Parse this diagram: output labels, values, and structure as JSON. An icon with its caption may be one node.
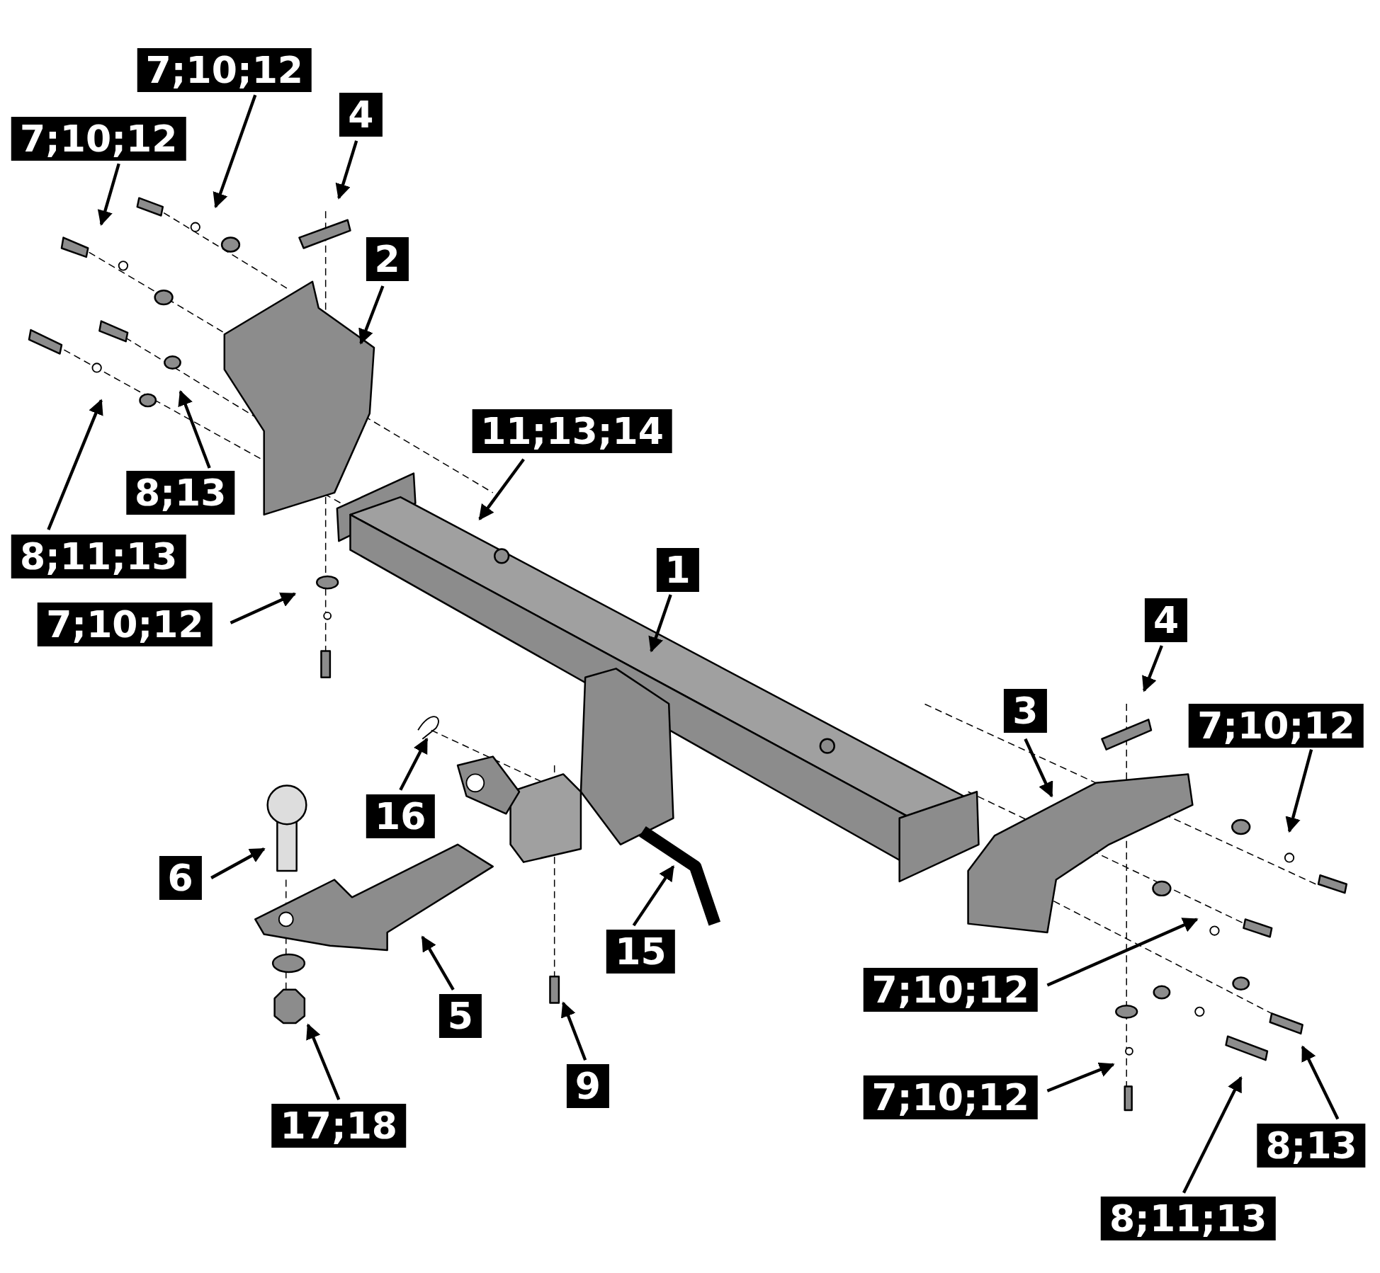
{
  "diagram": {
    "nodes": [
      {
        "text": [
          "7;10;12"
        ]
      },
      {
        "text": [
          "4"
        ]
      },
      {
        "text": [
          "7;10;12"
        ]
      },
      {
        "text": [
          "2"
        ]
      },
      {
        "text": [
          "11;13;14"
        ]
      },
      {
        "text": [
          "8;13"
        ]
      },
      {
        "text": [
          "8;11;13"
        ]
      },
      {
        "text": [
          "1"
        ]
      },
      {
        "text": [
          "7;10;12"
        ]
      },
      {
        "text": [
          "4"
        ]
      },
      {
        "text": [
          "3"
        ]
      },
      {
        "text": [
          "7;10;12"
        ]
      },
      {
        "text": [
          "16"
        ]
      },
      {
        "text": [
          "6"
        ]
      },
      {
        "text": [
          "15"
        ]
      },
      {
        "text": [
          "7;10;12"
        ]
      },
      {
        "text": [
          "5"
        ]
      },
      {
        "text": [
          "9"
        ]
      },
      {
        "text": [
          "7;10;12"
        ]
      },
      {
        "text": [
          "17;18"
        ]
      },
      {
        "text": [
          "8;13"
        ]
      },
      {
        "text": [
          "8;11;13"
        ]
      }
    ],
    "edges": [
      {
        "from": 0,
        "to": null,
        "arrow": "to"
      },
      {
        "from": 1,
        "to": null,
        "arrow": "to"
      },
      {
        "from": 2,
        "to": null,
        "arrow": "to"
      },
      {
        "from": 3,
        "to": null,
        "arrow": "to"
      },
      {
        "from": 4,
        "to": null,
        "arrow": "to"
      },
      {
        "from": 5,
        "to": null,
        "arrow": "to"
      },
      {
        "from": 6,
        "to": null,
        "arrow": "to"
      },
      {
        "from": 7,
        "to": null,
        "arrow": "to"
      },
      {
        "from": 8,
        "to": null,
        "arrow": "to"
      },
      {
        "from": 9,
        "to": null,
        "arrow": "to"
      },
      {
        "from": 10,
        "to": null,
        "arrow": "to"
      },
      {
        "from": 11,
        "to": null,
        "arrow": "to"
      },
      {
        "from": 12,
        "to": null,
        "arrow": "to"
      },
      {
        "from": 13,
        "to": null,
        "arrow": "to"
      },
      {
        "from": 14,
        "to": null,
        "arrow": "to"
      },
      {
        "from": 15,
        "to": null,
        "arrow": "to"
      },
      {
        "from": 16,
        "to": null,
        "arrow": "to"
      },
      {
        "from": 17,
        "to": null,
        "arrow": "to"
      },
      {
        "from": 18,
        "to": null,
        "arrow": "to"
      },
      {
        "from": 19,
        "to": null,
        "arrow": "to"
      },
      {
        "from": 20,
        "to": null,
        "arrow": "to"
      },
      {
        "from": 21,
        "to": null,
        "arrow": "to"
      }
    ]
  }
}
